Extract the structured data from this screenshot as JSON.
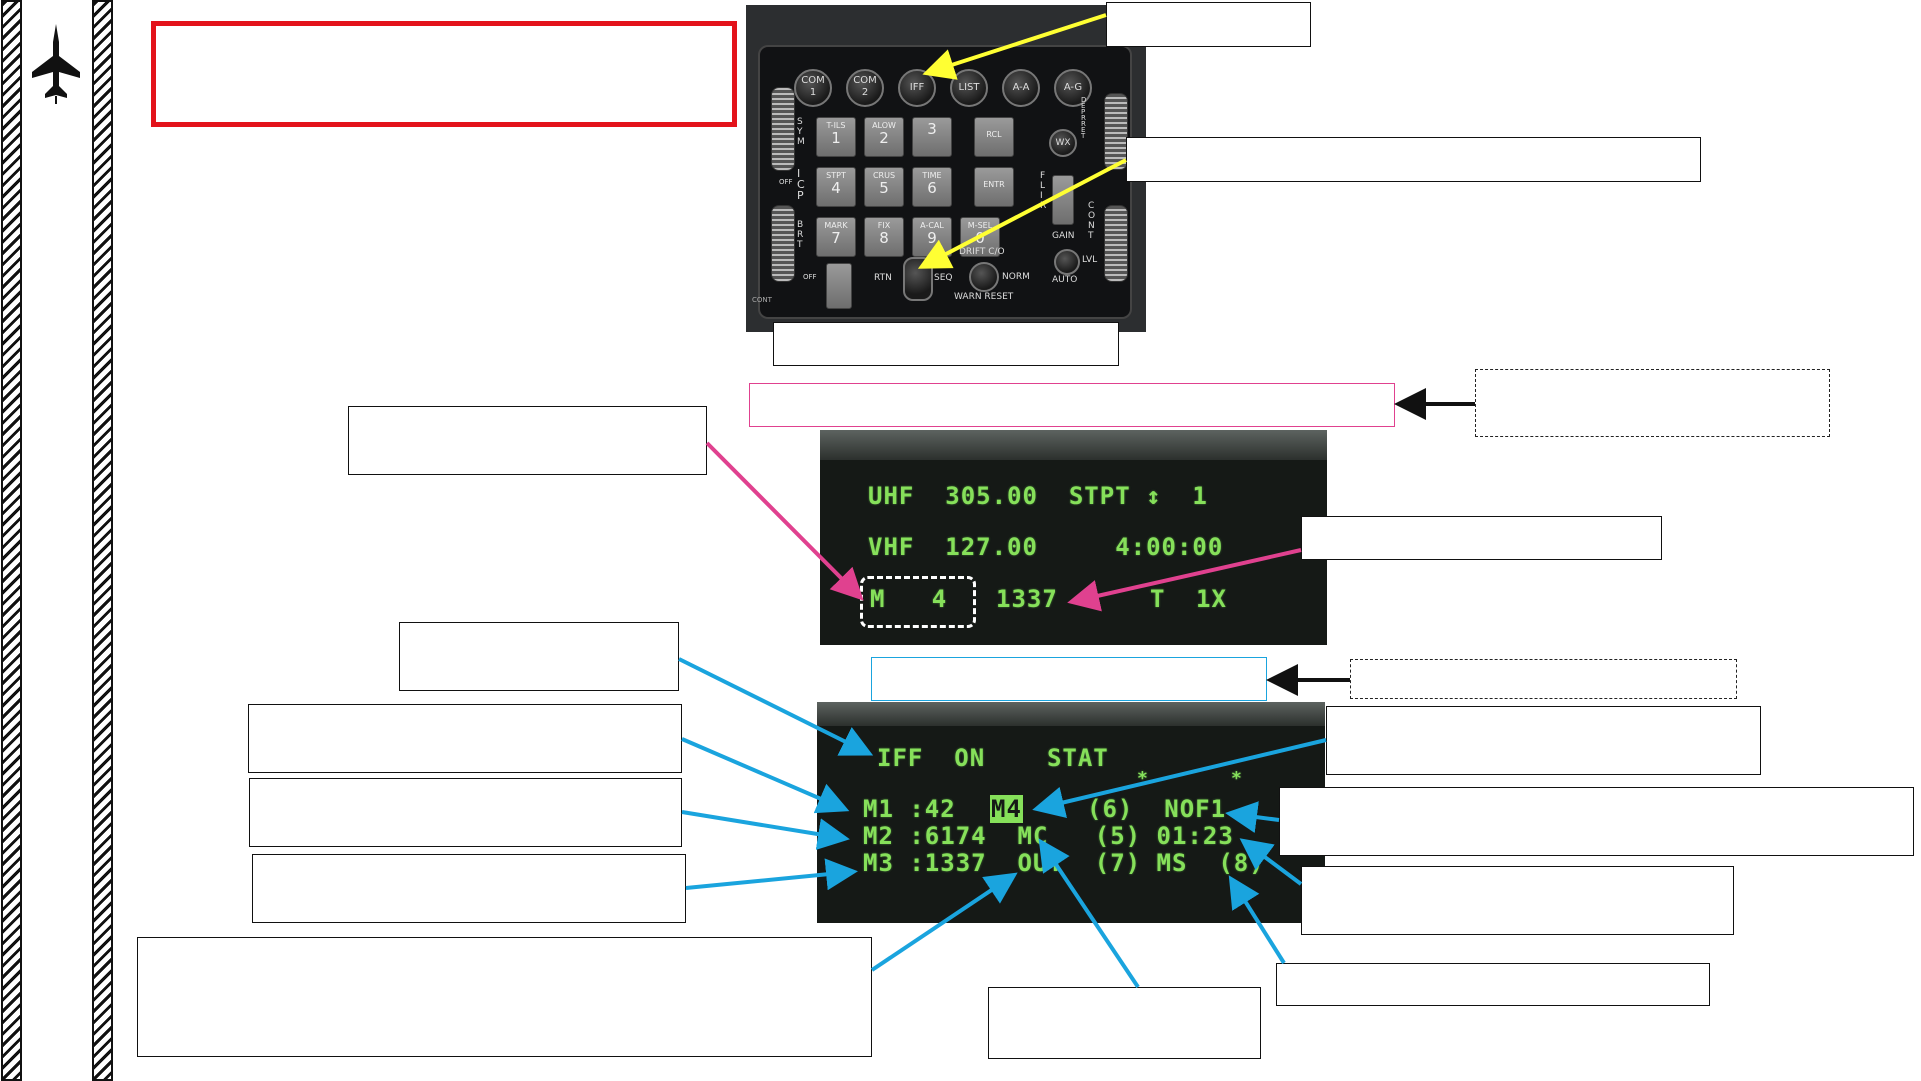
{
  "icp": {
    "buttons": [
      "COM\n1",
      "COM\n2",
      "IFF",
      "LIST",
      "A-A",
      "A-G"
    ],
    "keys": [
      {
        "top": "T-ILS",
        "num": "1"
      },
      {
        "top": "ALOW",
        "num": "2"
      },
      {
        "top": "",
        "num": "3"
      },
      {
        "top": "RCL",
        "num": ""
      },
      {
        "top": "STPT",
        "num": "4"
      },
      {
        "top": "CRUS",
        "num": "5"
      },
      {
        "top": "TIME",
        "num": "6"
      },
      {
        "top": "ENTR",
        "num": ""
      },
      {
        "top": "MARK",
        "num": "7"
      },
      {
        "top": "FIX",
        "num": "8"
      },
      {
        "top": "A-CAL",
        "num": "9"
      },
      {
        "top": "M-SEL",
        "num": "0"
      }
    ],
    "labels": {
      "sym": "S\nY\nM",
      "icp": "I\nC\nP",
      "brt": "B\nR\nT",
      "flir": "F\nL\nI\nR",
      "depr": "D\nE\nP\nR\nR\nE\nT",
      "cont": "C\nO\nN\nT",
      "off1": "OFF",
      "off2": "OFF",
      "wx": "WX",
      "gain": "GAIN",
      "lvl": "LVL",
      "auto": "AUTO",
      "rtn": "RTN",
      "seq": "SEQ",
      "drift": "DRIFT C/O",
      "norm": "NORM",
      "warn": "WARN RESET",
      "cont_small": "CONT"
    }
  },
  "ded_cni": {
    "line1": "UHF  305.00  STPT ↕  1",
    "line2": "VHF  127.00     4:00:00",
    "line3_mode": "M   4",
    "line3_code": "1337",
    "line3_t": "T",
    "line3_tacan": "1X"
  },
  "ded_iff": {
    "line1": "IFF  ON    STAT",
    "r1_label": "M1 :42",
    "r1_mode": "M4",
    "r1_rest": "(6)  NOF1",
    "r2": "M2 :6174  MC   (5) 01:23",
    "r3": "M3 :1337  OUT  (7) MS  (8)",
    "star": "*"
  },
  "colors": {
    "red_box": "#e3131b",
    "pink": "#e0418f",
    "cyan": "#1aa4de",
    "yellow": "#ffff33",
    "ded_green": "#86e05a"
  }
}
